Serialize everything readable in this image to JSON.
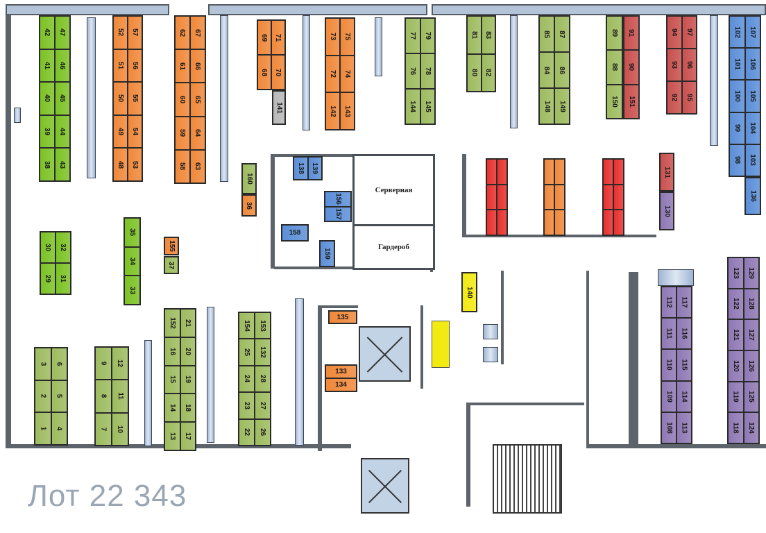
{
  "watermark": "Лот 22 343",
  "rooms": {
    "server": "Серверная",
    "wardrobe": "Гардероб"
  },
  "colors": {
    "bright_green": "#7cc225",
    "green": "#9dbb5f",
    "orange": "#f0883a",
    "red": "#c9504e",
    "bright_red": "#e8302e",
    "blue": "#5b8fd8",
    "purple": "#8f78b4",
    "grey": "#b8b8b8",
    "white": "#ffffff",
    "yellow": "#f2ea10"
  },
  "blocks": [
    {
      "id": "A",
      "color": "bright_green",
      "cells": [
        "42",
        "47",
        "41",
        "46",
        "40",
        "45",
        "39",
        "44",
        "38",
        "43"
      ]
    },
    {
      "id": "B",
      "color": "orange",
      "cells": [
        "52",
        "57",
        "51",
        "56",
        "50",
        "55",
        "49",
        "54",
        "48",
        "53"
      ]
    },
    {
      "id": "C",
      "color": "orange",
      "cells": [
        "62",
        "67",
        "61",
        "66",
        "60",
        "65",
        "59",
        "64",
        "58",
        "63"
      ]
    },
    {
      "id": "D",
      "color": "orange",
      "cells": [
        "69",
        "71",
        "68",
        "70"
      ]
    },
    {
      "id": "E",
      "color": "orange",
      "cells": [
        "73",
        "75",
        "72",
        "74",
        "142",
        "143"
      ]
    },
    {
      "id": "F",
      "color": "green",
      "cells": [
        "77",
        "79",
        "76",
        "78",
        "144",
        "145"
      ]
    },
    {
      "id": "G",
      "color": "green",
      "cells": [
        "81",
        "83",
        "80",
        "82"
      ]
    },
    {
      "id": "H",
      "color": "green",
      "cells": [
        "85",
        "87",
        "84",
        "86",
        "148",
        "149"
      ]
    },
    {
      "id": "I1",
      "color": "green",
      "single": true,
      "cells": [
        "89",
        "88",
        "150"
      ]
    },
    {
      "id": "I2",
      "color": "red",
      "single": true,
      "cells": [
        "91",
        "90",
        "151"
      ]
    },
    {
      "id": "J",
      "color": "red",
      "cells": [
        "94",
        "97",
        "93",
        "96",
        "92",
        "95"
      ]
    },
    {
      "id": "K",
      "color": "blue",
      "cells": [
        "102",
        "107",
        "101",
        "106",
        "100",
        "105",
        "99",
        "104",
        "98",
        "103"
      ]
    },
    {
      "id": "K2",
      "color": "blue",
      "single": true,
      "cells": [
        "136"
      ]
    },
    {
      "id": "R1",
      "color": "bright_red",
      "cells": [
        "",
        "",
        "",
        "",
        "",
        ""
      ]
    },
    {
      "id": "R2",
      "color": "orange",
      "cells": [
        "",
        "",
        "",
        "",
        "",
        ""
      ]
    },
    {
      "id": "R3",
      "color": "bright_red",
      "cells": [
        "",
        "",
        "",
        "",
        "",
        ""
      ]
    },
    {
      "id": "R4",
      "color": "red",
      "single": true,
      "cells": [
        "131"
      ]
    },
    {
      "id": "R5",
      "color": "purple",
      "single": true,
      "cells": [
        "130"
      ]
    },
    {
      "id": "L1",
      "color": "bright_green",
      "cells": [
        "30",
        "32",
        "29",
        "31"
      ]
    },
    {
      "id": "L2",
      "color": "bright_green",
      "single": true,
      "cells": [
        "35",
        "34",
        "33"
      ]
    },
    {
      "id": "L3",
      "color": "orange",
      "single": true,
      "cells": [
        "155"
      ]
    },
    {
      "id": "L4",
      "color": "green",
      "single": true,
      "cells": [
        "37"
      ]
    },
    {
      "id": "M1",
      "color": "green",
      "cells": [
        "3",
        "6",
        "2",
        "5",
        "1",
        "4"
      ]
    },
    {
      "id": "M2",
      "color": "green",
      "cells": [
        "9",
        "12",
        "8",
        "11",
        "7",
        "10"
      ]
    },
    {
      "id": "M3",
      "color": "green",
      "cells": [
        "152",
        "21",
        "16",
        "20",
        "15",
        "19",
        "14",
        "18",
        "13",
        "17"
      ]
    },
    {
      "id": "M4",
      "color": "green",
      "cells": [
        "154",
        "153",
        "25",
        "132",
        "24",
        "28",
        "23",
        "27",
        "22",
        "26"
      ]
    },
    {
      "id": "M5",
      "color": "green",
      "single": true,
      "cells": [
        "160"
      ]
    },
    {
      "id": "M6",
      "color": "orange",
      "single": true,
      "cells": [
        "36"
      ]
    },
    {
      "id": "P1",
      "color": "purple",
      "cells": [
        "112",
        "117",
        "111",
        "116",
        "110",
        "115",
        "109",
        "114",
        "108",
        "113"
      ]
    },
    {
      "id": "P2",
      "color": "purple",
      "cells": [
        "123",
        "129",
        "122",
        "128",
        "121",
        "127",
        "120",
        "126",
        "119",
        "125",
        "118",
        "124"
      ]
    },
    {
      "id": "G141",
      "color": "grey",
      "single": true,
      "cells": [
        "141"
      ]
    },
    {
      "id": "B138",
      "color": "blue",
      "cells": [
        "138",
        "139"
      ]
    },
    {
      "id": "B156",
      "color": "blue",
      "single": true,
      "cells": [
        "156",
        "157"
      ]
    },
    {
      "id": "B158",
      "color": "blue",
      "single": true,
      "flat": true,
      "cells": [
        "158"
      ]
    },
    {
      "id": "B159",
      "color": "blue",
      "single": true,
      "cells": [
        "159"
      ]
    },
    {
      "id": "O135",
      "color": "orange",
      "single": true,
      "flat": true,
      "cells": [
        "135"
      ]
    },
    {
      "id": "O133",
      "color": "orange",
      "single": true,
      "flat": true,
      "cells": [
        "133",
        "134"
      ]
    },
    {
      "id": "Y140",
      "color": "yellow",
      "single": true,
      "cells": [
        "140"
      ]
    }
  ]
}
